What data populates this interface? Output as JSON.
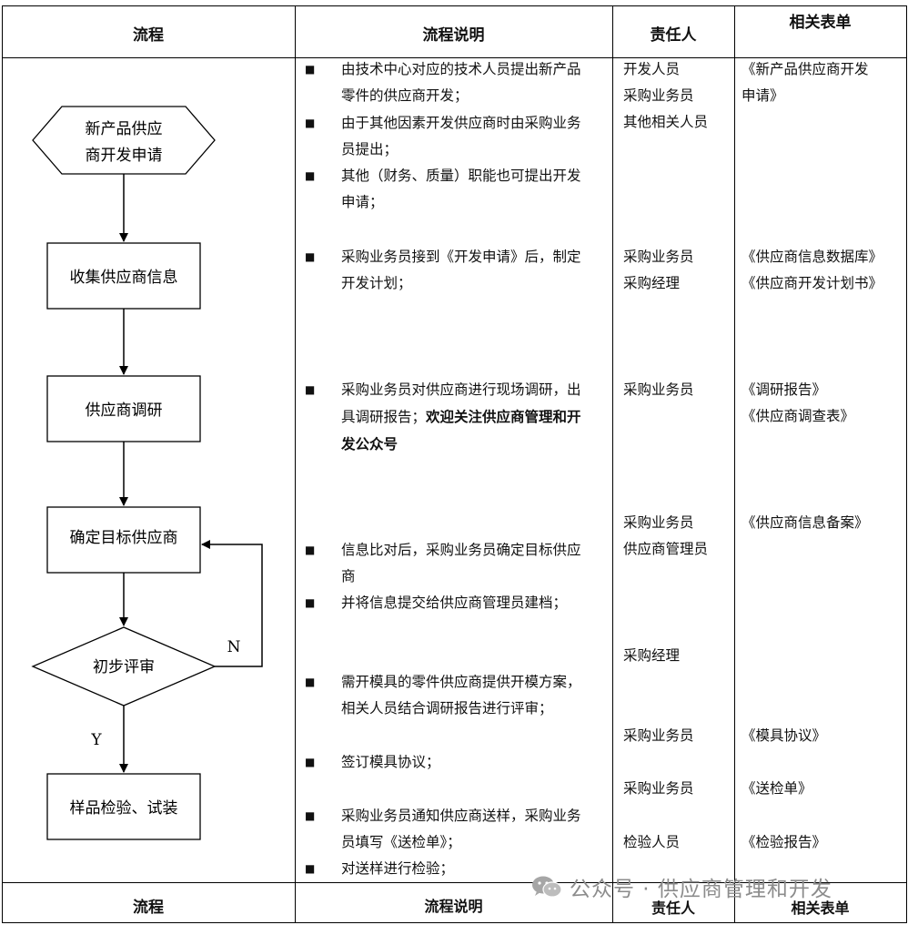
{
  "header": {
    "col1": "流程",
    "col2": "流程说明",
    "col3": "责任人",
    "col4": "相关表单"
  },
  "footer": {
    "col1": "流程",
    "col2": "流程说明",
    "col3": "责任人",
    "col4": "相关表单"
  },
  "flowchart": {
    "n1": [
      "新产品供应",
      "商开发申请"
    ],
    "n2": "收集供应商信息",
    "n3": "供应商调研",
    "n4": "确定目标供应商",
    "n5": "初步评审",
    "n6": "样品检验、试装",
    "no": "N",
    "yes": "Y"
  },
  "bullet_symbol": "■",
  "descriptions": [
    {
      "lines": [
        "由技术中心对应的技术人员提出新产品",
        "零件的供应商开发；"
      ]
    },
    {
      "lines": [
        "由于其他因素开发供应商时由采购业务",
        "员提出；"
      ]
    },
    {
      "lines": [
        "其他（财务、质量）职能也可提出开发",
        "申请；"
      ]
    },
    {
      "lines": [
        "采购业务员接到《开发申请》后，制定",
        "开发计划；"
      ]
    },
    {
      "lines": [
        "采购业务员对供应商进行现场调研，出",
        "具调研报告；"
      ],
      "bold": [
        "欢迎关注供应商管理和开",
        "发公众号"
      ]
    },
    {
      "lines": [
        "信息比对后，采购业务员确定目标供应",
        "商"
      ]
    },
    {
      "lines": [
        "并将信息提交给供应商管理员建档；"
      ]
    },
    {
      "lines": [
        "需开模具的零件供应商提供开模方案，",
        "相关人员结合调研报告进行评审；"
      ]
    },
    {
      "lines": [
        "签订模具协议；"
      ]
    },
    {
      "lines": [
        "采购业务员通知供应商送样，采购业务",
        "员填写《送检单》；"
      ]
    },
    {
      "lines": [
        "对送样进行检验；"
      ]
    }
  ],
  "responsible": [
    [
      "开发人员",
      "采购业务员",
      "其他相关人员"
    ],
    [
      "采购业务员",
      "采购经理"
    ],
    [
      "采购业务员"
    ],
    [
      "采购业务员",
      "供应商管理员"
    ],
    [
      "采购经理"
    ],
    [
      "采购业务员"
    ],
    [
      "采购业务员"
    ],
    [
      "检验人员"
    ]
  ],
  "forms": [
    [
      "《新产品供应商开发",
      "申请》"
    ],
    [
      "《供应商信息数据库》",
      "《供应商开发计划书》"
    ],
    [
      "《调研报告》",
      "《供应商调查表》"
    ],
    [
      "《供应商信息备案》"
    ],
    [
      "《模具协议》"
    ],
    [
      "《送检单》"
    ],
    [
      "《检验报告》"
    ]
  ],
  "watermark": {
    "text": "公众号 · 供应商管理和开发",
    "icon": "wechat-icon",
    "color": "#8c8c8c"
  }
}
